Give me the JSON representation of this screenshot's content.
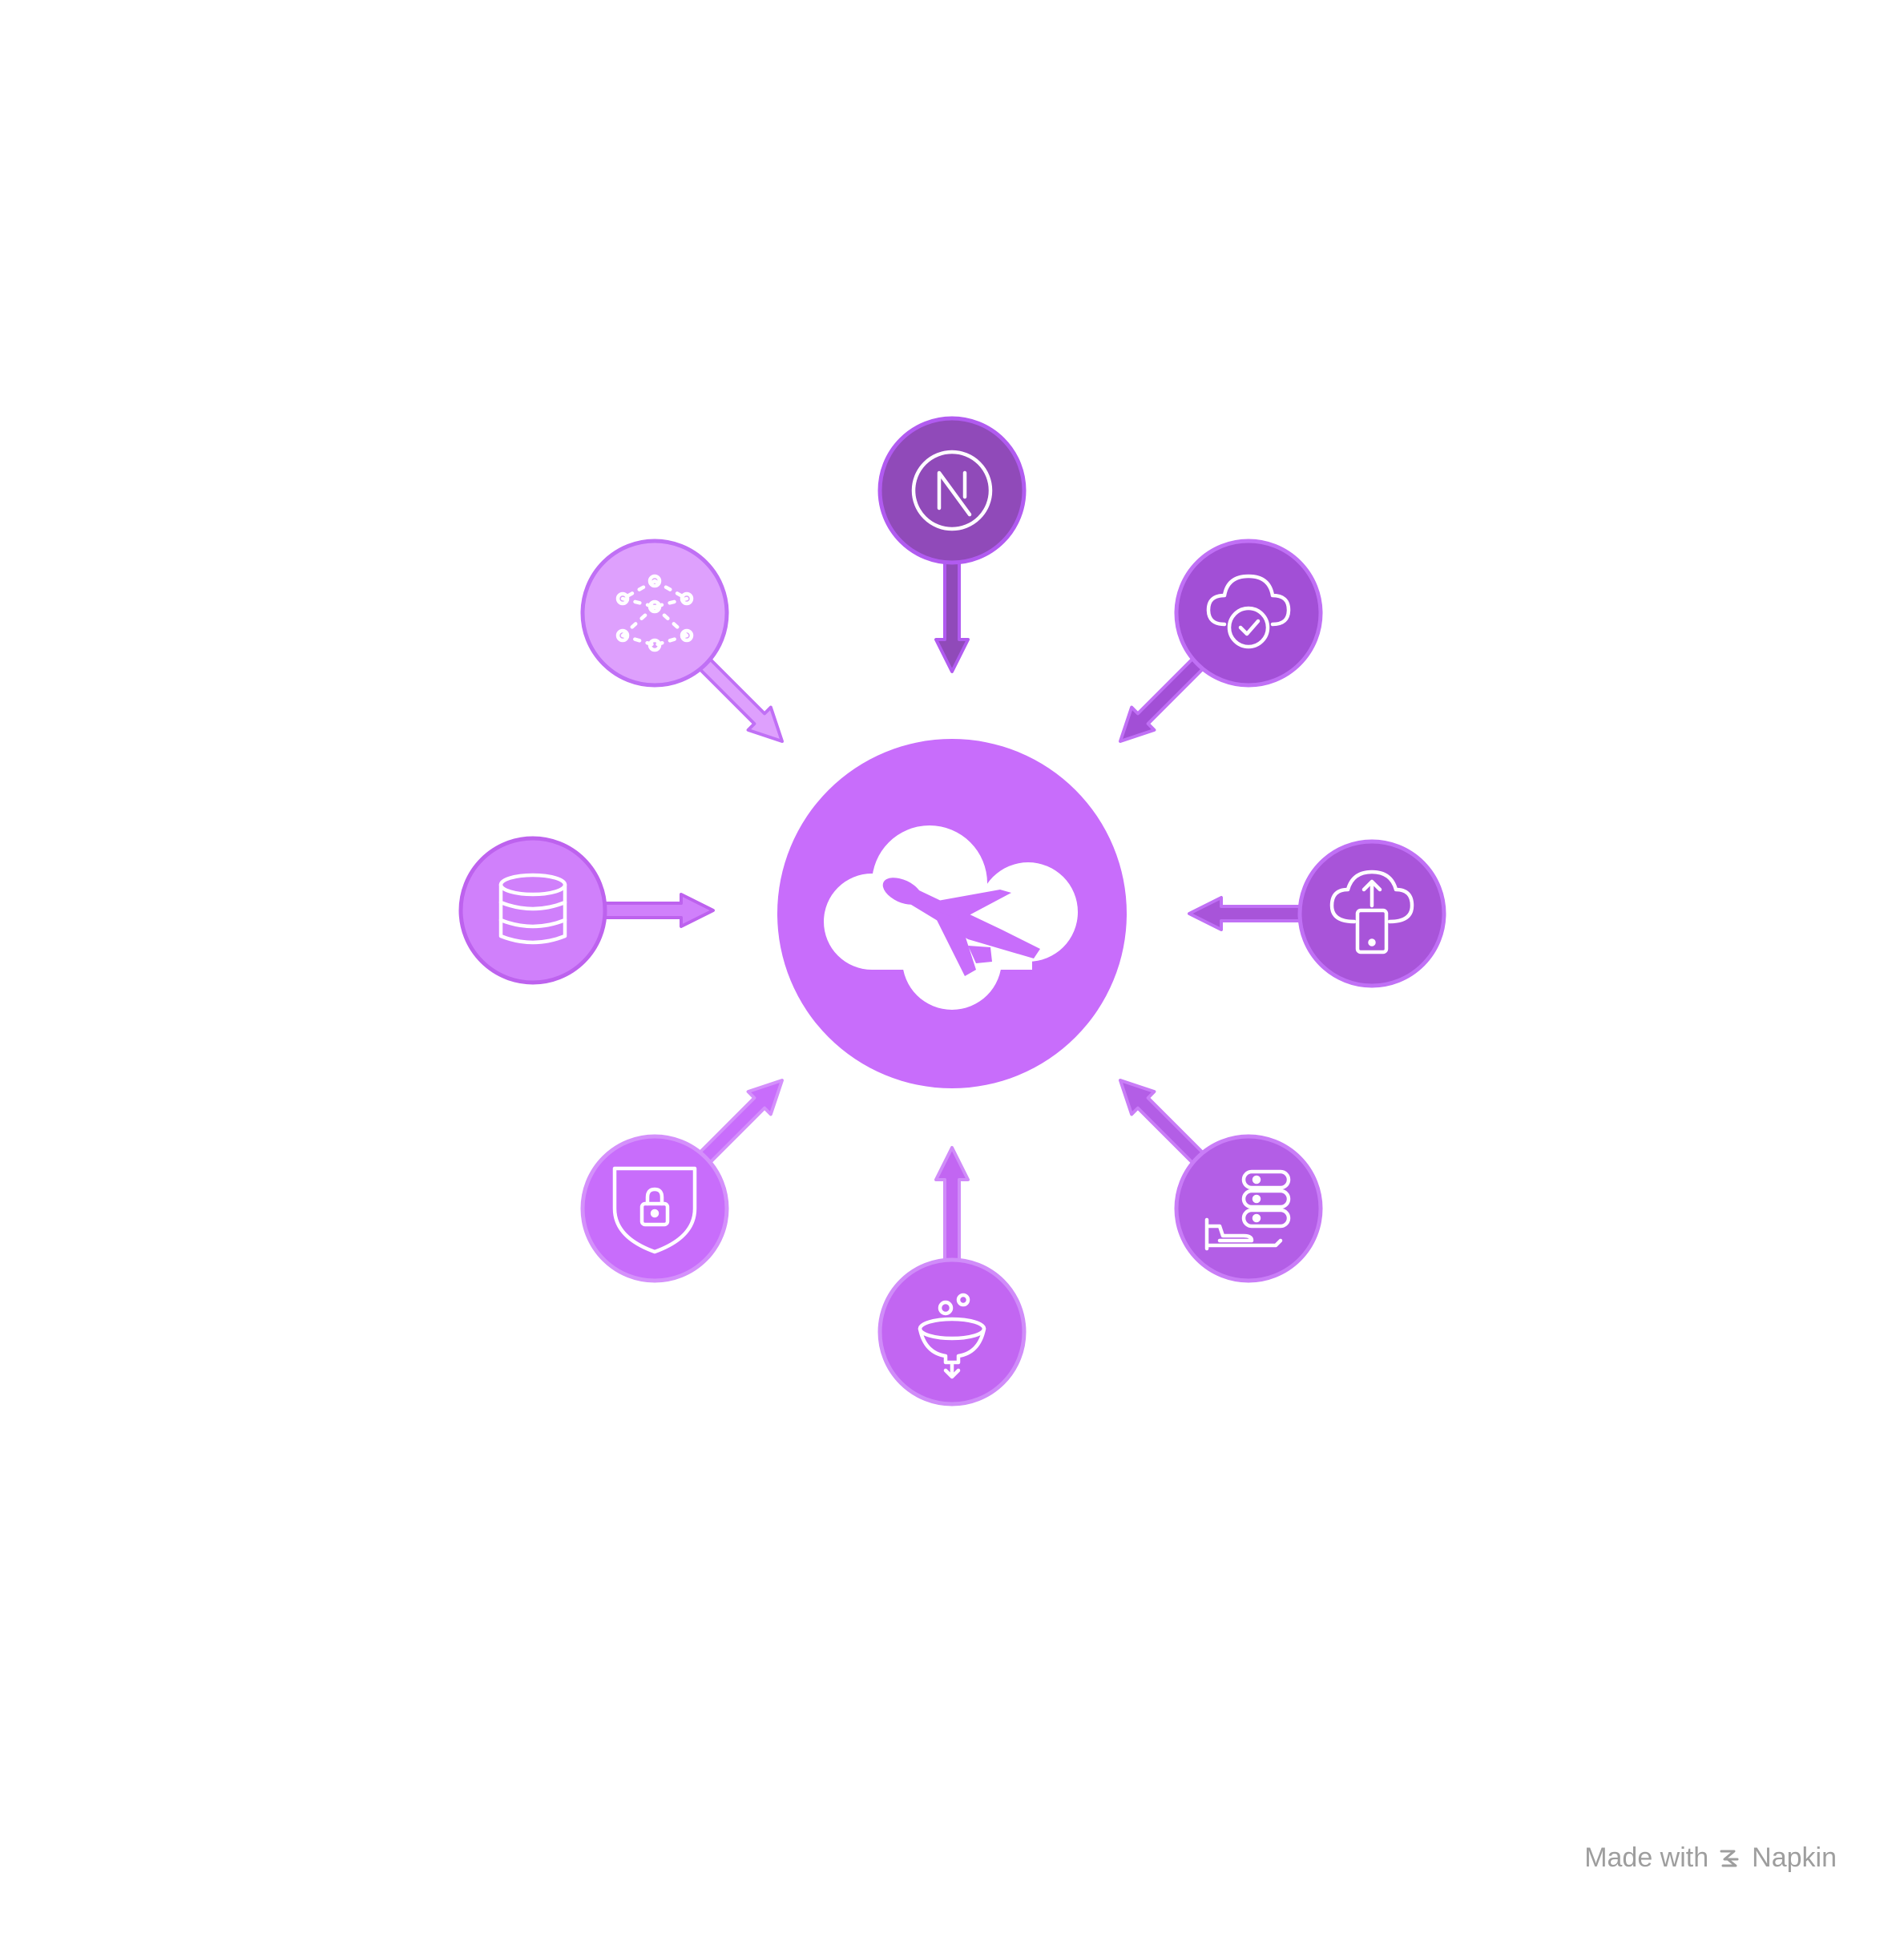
{
  "colors": {
    "background": "#ffffff",
    "hub": "#c86dfb",
    "icon_stroke": "#ffffff",
    "watermark_text": "#9e9e9e"
  },
  "hub": {
    "icon": "cloud-airplane-icon"
  },
  "nodes": [
    {
      "icon": "nextjs-logo-icon",
      "position": "top",
      "arrow": "toward-hub",
      "fill": "#904ab9",
      "stroke": "#b15bf0"
    },
    {
      "icon": "cloud-check-icon",
      "position": "top-right",
      "arrow": "toward-hub",
      "fill": "#a24fd6",
      "stroke": "#c070f5"
    },
    {
      "icon": "cloud-upload-phone-icon",
      "position": "right",
      "arrow": "toward-hub",
      "fill": "#a854d9",
      "stroke": "#c070f5"
    },
    {
      "icon": "server-hand-icon",
      "position": "bottom-right",
      "arrow": "toward-hub",
      "fill": "#b35ee6",
      "stroke": "#c97df7"
    },
    {
      "icon": "filter-funnel-icon",
      "position": "bottom",
      "arrow": "toward-hub",
      "fill": "#c266f2",
      "stroke": "#d08cf9"
    },
    {
      "icon": "security-shield-lock-icon",
      "position": "bottom-left",
      "arrow": "toward-hub",
      "fill": "#c86dfb",
      "stroke": "#d490fb"
    },
    {
      "icon": "database-icon",
      "position": "left",
      "arrow": "toward-hub",
      "fill": "#d080fb",
      "stroke": "#bd62ee"
    },
    {
      "icon": "network-graph-icon",
      "position": "top-left",
      "arrow": "toward-hub",
      "fill": "#dea0fd",
      "stroke": "#c070f5"
    }
  ],
  "watermark": {
    "prefix": "Made with",
    "brand": "Napkin",
    "icon": "napkin-logo-icon"
  }
}
